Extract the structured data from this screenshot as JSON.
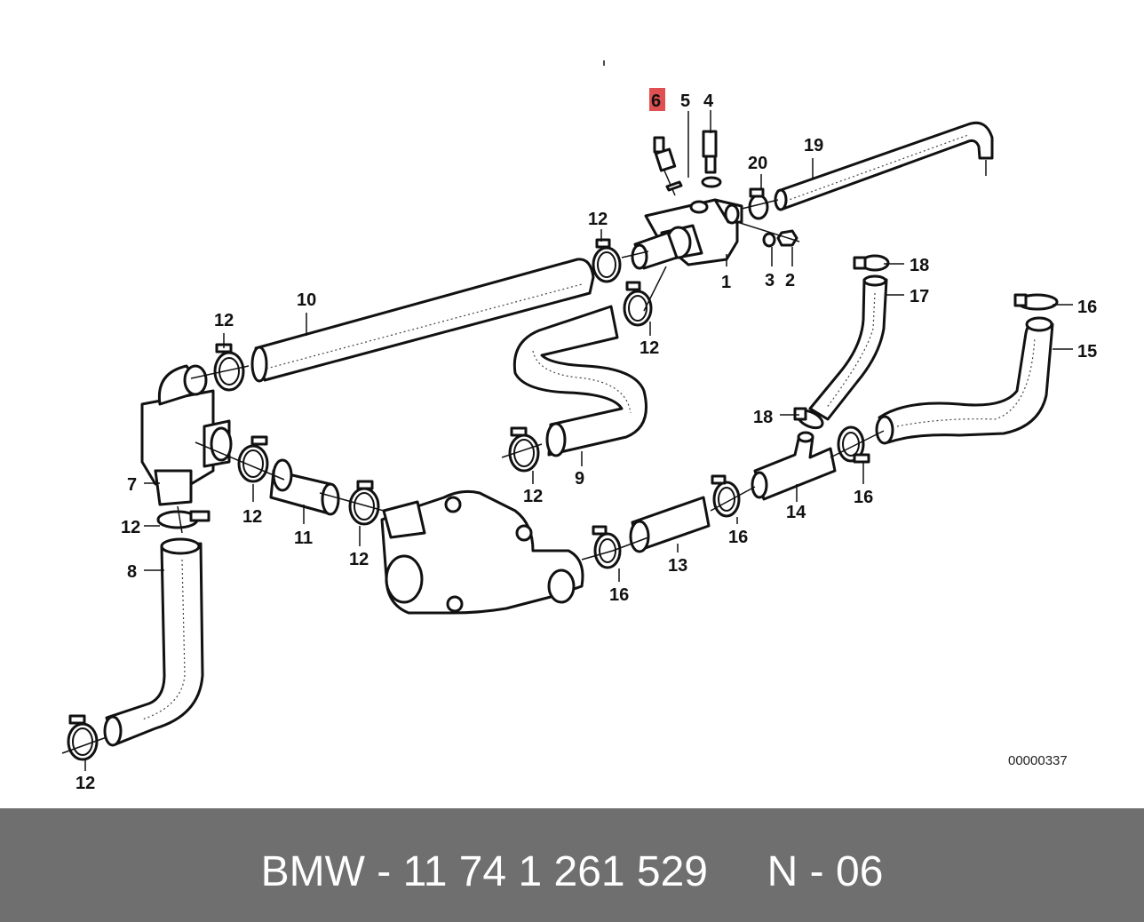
{
  "diagram": {
    "callouts": {
      "c6": "6",
      "c5": "5",
      "c4": "4",
      "c20": "20",
      "c19": "19",
      "c12a": "12",
      "c1": "1",
      "c3": "3",
      "c2": "2",
      "c18a": "18",
      "c17": "17",
      "c16a": "16",
      "c15": "15",
      "c10": "10",
      "c12b": "12",
      "c12c": "12",
      "c18b": "18",
      "c7": "7",
      "c12d": "12",
      "c9": "9",
      "c12e": "12",
      "c14": "14",
      "c16b": "16",
      "c12f": "12",
      "c11": "11",
      "c12g": "12",
      "c8": "8",
      "c13": "13",
      "c16c": "16",
      "c16d": "16",
      "c12h": "12"
    },
    "highlight_color": "#e05050",
    "doc_number": "00000337"
  },
  "footer": {
    "caption": "BMW - 11 74 1 261 529     N - 06",
    "background": "#6f6f6f"
  }
}
